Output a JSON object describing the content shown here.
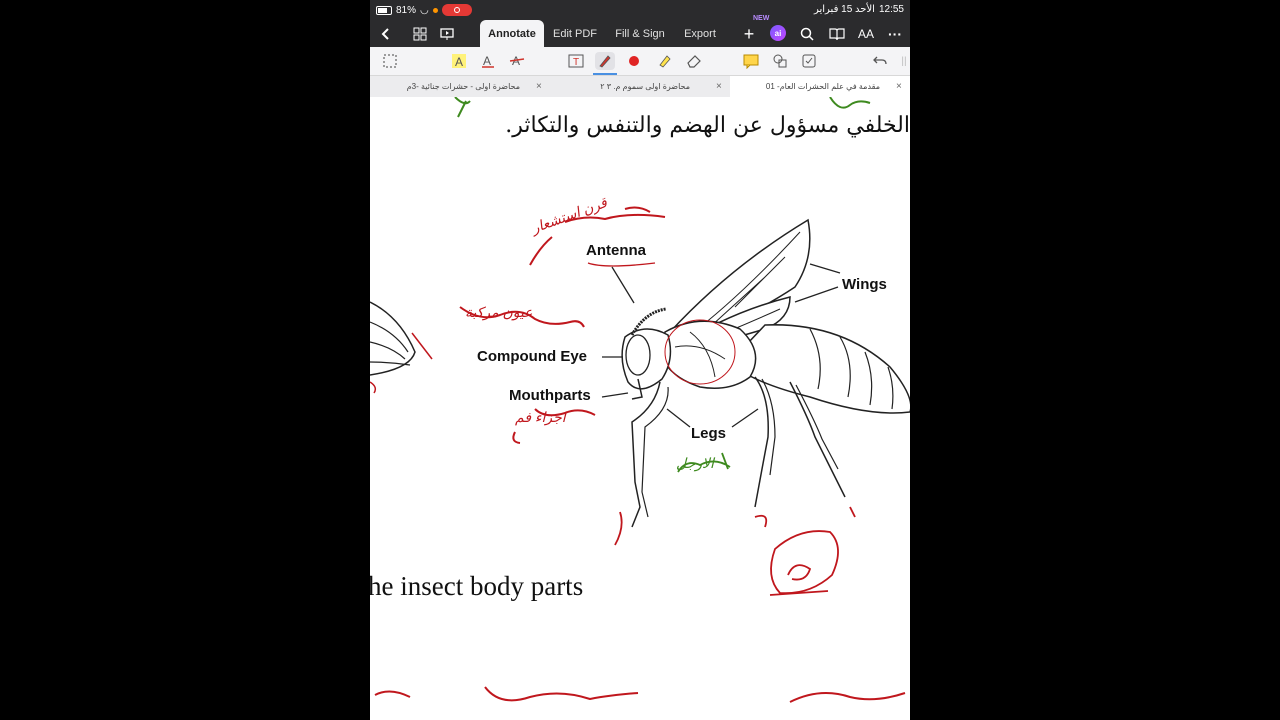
{
  "status_bar": {
    "battery": "81%",
    "time": "12:55",
    "date": "الأحد 15 فبراير"
  },
  "nav": {
    "tabs": [
      {
        "label": "Annotate"
      },
      {
        "label": "Edit PDF"
      },
      {
        "label": "Fill & Sign"
      },
      {
        "label": "Export"
      }
    ],
    "new_badge": "NEW",
    "ai_label": "ai",
    "text_size_label": "AA"
  },
  "doc_tabs": [
    {
      "title": "محاضرة اولى - حشرات جنائية -3م"
    },
    {
      "title": "محاضرة اولى سموم   م. ٣ ٢"
    },
    {
      "title": "مقدمة في علم الحشرات العام- 01"
    }
  ],
  "page": {
    "heading": "الخلفي مسؤول عن الهضم والتنفس والتكاثر.",
    "caption": "he insect body parts",
    "labels": {
      "antenna": "Antenna",
      "wings": "Wings",
      "compound_eye": "Compound Eye",
      "mouthparts": "Mouthparts",
      "legs": "Legs"
    },
    "handwritten": {
      "antenna_ar": "قرن استشعار",
      "eye_ar": "عيون مركبة",
      "mouth_ar": "اجزاء فم",
      "legs_ar": "الارجل"
    }
  },
  "colors": {
    "accent": "#4a90e2",
    "record": "#e53935",
    "annotation_red": "#c0171d",
    "annotation_green": "#3e8a1f"
  }
}
